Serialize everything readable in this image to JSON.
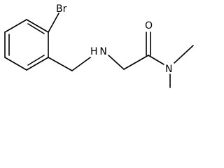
{
  "molecule": {
    "atoms": {
      "bromine": "Br",
      "amine": "H N",
      "carbonyl_oxygen": "O",
      "amide_nitrogen": "N"
    }
  },
  "colors": {
    "bond": "#000000",
    "label": "#000000",
    "background": "#ffffff"
  }
}
